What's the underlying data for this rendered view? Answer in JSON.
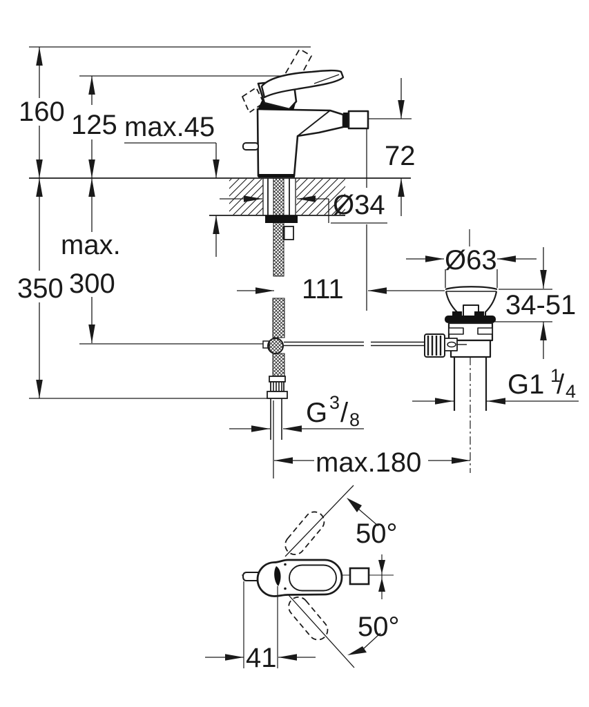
{
  "drawing": {
    "type": "technical-installation-diagram",
    "subject": "single-lever bidet mixer with pop-up waste, side view and top view",
    "line_color": "#1a1a1a",
    "background_color": "#ffffff",
    "front_view": {
      "dim_total_height": "160",
      "dim_body_height": "125",
      "dim_max_deck_thickness": "max.45",
      "dim_spout_height": "72",
      "dim_hole_diameter": "Ø34",
      "dim_max_word": "max.",
      "dim_hose_length": "300",
      "dim_total_depth": "350",
      "dim_spout_projection": "111",
      "dim_waste_flange_diameter": "Ø63",
      "dim_clamping_range": "34-51",
      "waste_thread": {
        "prefix": "G1",
        "numerator": "1",
        "slash": "/",
        "denominator": "4"
      },
      "hose_thread": {
        "prefix": "G",
        "numerator": "3",
        "slash": "/",
        "denominator": "8"
      },
      "dim_max_rod_reach": "max.180"
    },
    "top_view": {
      "dim_handle_swing_up": "50°",
      "dim_handle_swing_down": "50°",
      "dim_center_offset": "41"
    }
  }
}
